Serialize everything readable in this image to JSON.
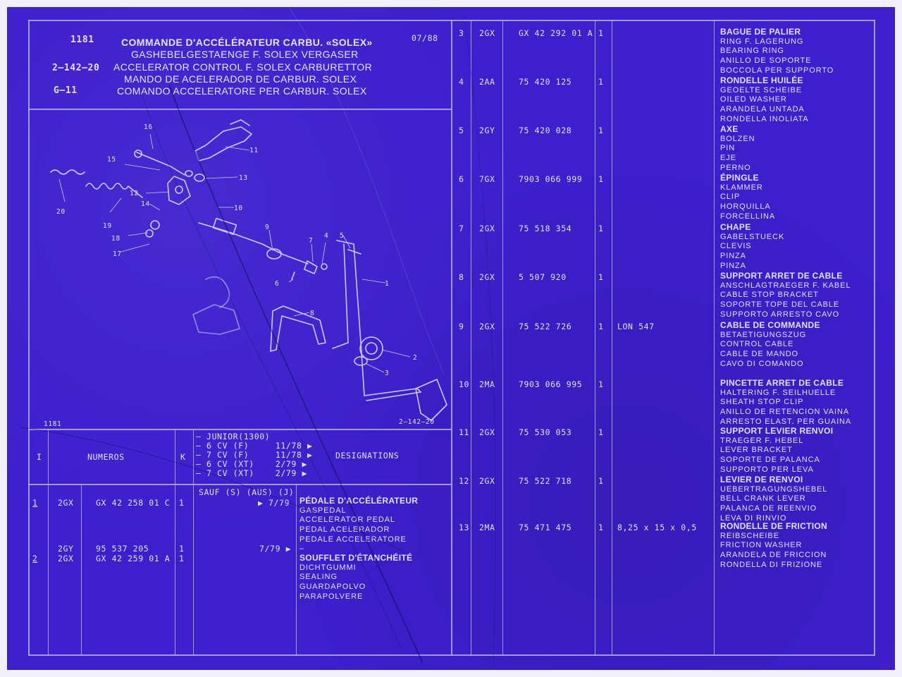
{
  "header": {
    "number": "1181",
    "code": "2–142–20",
    "group": "G–11",
    "date": "07/88",
    "titles": [
      "COMMANDE D'ACCÉLÉRATEUR CARBU. «SOLEX»",
      "GASHEBELGESTAENGE F. SOLEX VERGASER",
      "ACCELERATOR CONTROL F. SOLEX CARBURETTOR",
      "MANDO DE ACELERADOR DE CARBUR. SOLEX",
      "COMANDO ACCELERATORE PER CARBUR. SOLEX"
    ]
  },
  "diagram": {
    "corner_left": "1181",
    "corner_right": "2–142–20",
    "callouts": [
      "1",
      "2",
      "3",
      "4",
      "5",
      "6",
      "7",
      "8",
      "9",
      "10",
      "11",
      "12",
      "13",
      "14",
      "15",
      "16",
      "17",
      "18",
      "19",
      "20"
    ]
  },
  "left_table": {
    "head_index": "I",
    "head_numeros": "NUMEROS",
    "head_k": "K",
    "head_designations": "DESIGNATIONS",
    "models": [
      "– JUNIOR(1300)",
      "– 6 CV (F)     11/78 ▶",
      "– 7 CV (F)     11/78 ▶",
      "– 6 CV (XT)    2/79 ▶",
      "– 7 CV (XT)    2/79 ▶"
    ],
    "sauf": "SAUF (S) (AUS) (J)",
    "rows": [
      {
        "idx": "1",
        "prefix": "2GX",
        "ref": "GX 42 258 01 C",
        "k": "1",
        "date": "▶ 7/79",
        "names": [
          "PÉDALE D'ACCÉLÉRATEUR",
          "GASPEDAL",
          "ACCELERATOR PEDAL",
          "PEDAL ACELERADOR",
          "PEDALE ACCELERATORE"
        ]
      },
      {
        "idx": "",
        "prefix": "2GY",
        "ref": "95 537 205",
        "k": "1",
        "date": "7/79 ▶",
        "names": [
          "–"
        ]
      },
      {
        "idx": "2",
        "prefix": "2GX",
        "ref": "GX 42 259 01 A",
        "k": "1",
        "date": "",
        "names": [
          "SOUFFLET D'ÉTANCHÉITÉ",
          "DICHTGUMMI",
          "SEALING",
          "GUARDAPOLVO",
          "PARAPOLVERE"
        ]
      }
    ]
  },
  "right_table": {
    "rows": [
      {
        "idx": "3",
        "prefix": "2GX",
        "ref": "GX 42 292 01 A",
        "k": "1",
        "note": "",
        "names": [
          "BAGUE DE PALIER",
          "RING F. LAGERUNG",
          "BEARING RING",
          "ANILLO DE SOPORTE",
          "BOCCOLA PER SUPPORTO"
        ]
      },
      {
        "idx": "4",
        "prefix": "2AA",
        "ref": "75 420 125",
        "k": "1",
        "note": "",
        "names": [
          "RONDELLE HUILÉE",
          "GEOELTE SCHEIBE",
          "OILED WASHER",
          "ARANDELA UNTADA",
          "RONDELLA INOLIATA"
        ]
      },
      {
        "idx": "5",
        "prefix": "2GY",
        "ref": "75 420 028",
        "k": "1",
        "note": "",
        "names": [
          "AXE",
          "BOLZEN",
          "PIN",
          "EJE",
          "PERNO"
        ]
      },
      {
        "idx": "6",
        "prefix": "7GX",
        "ref": "7903 066 999",
        "k": "1",
        "note": "",
        "names": [
          "ÉPINGLE",
          "KLAMMER",
          "CLIP",
          "HORQUILLA",
          "FORCELLINA"
        ]
      },
      {
        "idx": "7",
        "prefix": "2GX",
        "ref": "75 518 354",
        "k": "1",
        "note": "",
        "names": [
          "CHAPE",
          "GABELSTUECK",
          "CLEVIS",
          "PINZA",
          "PINZA"
        ]
      },
      {
        "idx": "8",
        "prefix": "2GX",
        "ref": "5 507 920",
        "k": "1",
        "note": "",
        "names": [
          "SUPPORT ARRET DE CABLE",
          "ANSCHLAGTRAEGER F. KABEL",
          "CABLE STOP BRACKET",
          "SOPORTE TOPE DEL CABLE",
          "SUPPORTO ARRESTO CAVO"
        ]
      },
      {
        "idx": "9",
        "prefix": "2GX",
        "ref": "75 522 726",
        "k": "1",
        "note": "LON 547",
        "names": [
          "CABLE DE COMMANDE",
          "BETAETIGUNGSZUG",
          "CONTROL CABLE",
          "CABLE DE MANDO",
          "CAVO DI COMANDO"
        ]
      },
      {
        "idx": "10",
        "prefix": "2MA",
        "ref": "7903 066 995",
        "k": "1",
        "note": "",
        "names": [
          "PINCETTE ARRET DE CABLE",
          "HALTERING F. SEILHUELLE",
          "SHEATH STOP CLIP",
          "ANILLO DE RETENCION VAINA",
          "ARRESTO ELAST. PER GUAINA"
        ]
      },
      {
        "idx": "11",
        "prefix": "2GX",
        "ref": "75 530 053",
        "k": "1",
        "note": "",
        "names": [
          "SUPPORT LEVIER RENVOI",
          "TRAEGER F. HEBEL",
          "LEVER BRACKET",
          "SOPORTE DE PALANCA",
          "SUPPORTO PER LEVA"
        ]
      },
      {
        "idx": "12",
        "prefix": "2GX",
        "ref": "75 522 718",
        "k": "1",
        "note": "",
        "names": [
          "LEVIER DE RENVOI",
          "UEBERTRAGUNGSHEBEL",
          "BELL CRANK LEVER",
          "PALANCA DE REENVIO",
          "LEVA DI RINVIO"
        ]
      },
      {
        "idx": "13",
        "prefix": "2MA",
        "ref": "75 471 475",
        "k": "1",
        "note": "8,25 x 15 x 0,5",
        "names": [
          "RONDELLE DE FRICTION",
          "REIBSCHEIBE",
          "FRICTION WASHER",
          "ARANDELA DE FRICCION",
          "RONDELLA DI FRIZIONE"
        ]
      }
    ]
  }
}
